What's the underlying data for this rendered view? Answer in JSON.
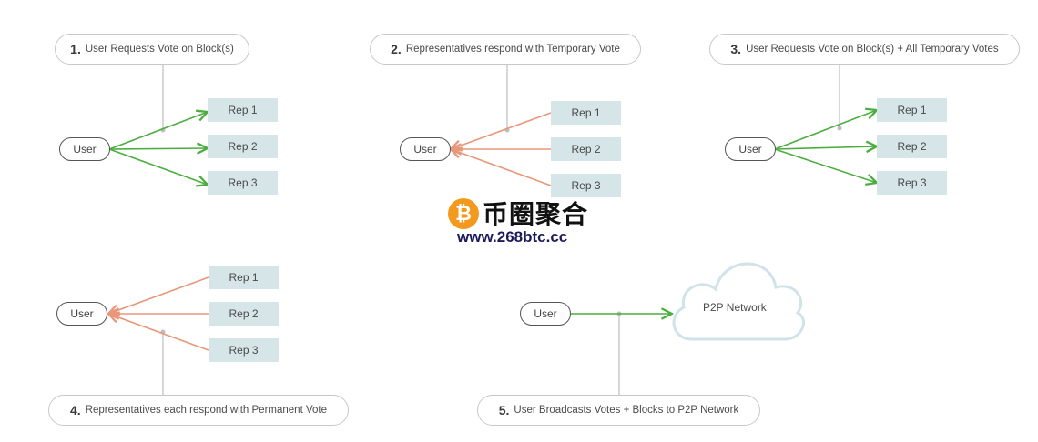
{
  "steps": [
    {
      "num": "1.",
      "text": "User Requests Vote on Block(s)"
    },
    {
      "num": "2.",
      "text": "Representatives respond with Temporary Vote"
    },
    {
      "num": "3.",
      "text": "User Requests Vote on Block(s) + All Temporary Votes"
    },
    {
      "num": "4.",
      "text": "Representatives each respond with Permanent Vote"
    },
    {
      "num": "5.",
      "text": "User Broadcasts Votes + Blocks to P2P Network"
    }
  ],
  "user_label": "User",
  "reps": [
    "Rep 1",
    "Rep 2",
    "Rep 3"
  ],
  "network_label": "P2P Network",
  "watermark": {
    "coin_symbol": "₿",
    "title": "币圈聚合",
    "url": "www.268btc.cc"
  },
  "colors": {
    "request_arrow": "#4cae3f",
    "response_arrow": "#e8977a",
    "rep_box": "#d6e5e7",
    "cloud_outline": "#cfe3e8"
  }
}
